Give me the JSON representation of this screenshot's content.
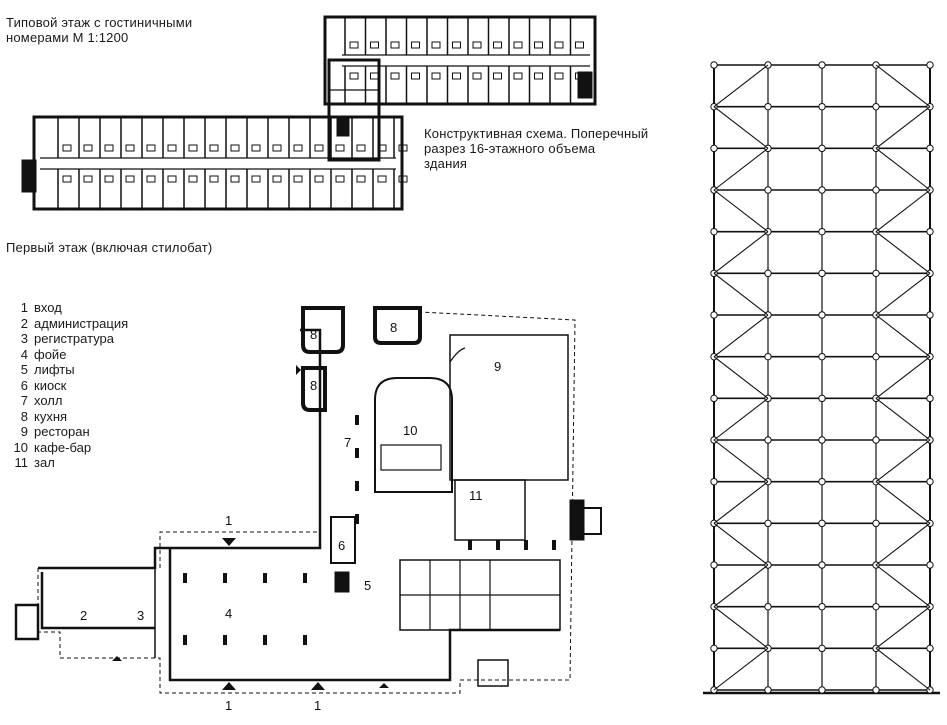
{
  "captions": {
    "typical_floor": [
      "Типовой этаж с гостиничными",
      "номерами  М 1:1200"
    ],
    "structural": [
      "Конструктивная схема. Поперечный",
      "разрез 16-этажного объема",
      "здания"
    ],
    "ground_floor": "Первый этаж (включая стилобат)"
  },
  "legend": [
    {
      "num": "1",
      "label": "вход"
    },
    {
      "num": "2",
      "label": "администрация"
    },
    {
      "num": "3",
      "label": "регистратура"
    },
    {
      "num": "4",
      "label": "фойе"
    },
    {
      "num": "5",
      "label": "лифты"
    },
    {
      "num": "6",
      "label": "киоск"
    },
    {
      "num": "7",
      "label": "холл"
    },
    {
      "num": "8",
      "label": "кухня"
    },
    {
      "num": "9",
      "label": "ресторан"
    },
    {
      "num": "10",
      "label": "кафе-бар"
    },
    {
      "num": "11",
      "label": "зал"
    }
  ],
  "plan_labels": {
    "r1a": "1",
    "r1b": "1",
    "r1c": "1",
    "r2": "2",
    "r3": "3",
    "r4": "4",
    "r5": "5",
    "r6": "6",
    "r7": "7",
    "r8a": "8",
    "r8b": "8",
    "r8c": "8",
    "r9": "9",
    "r10": "10",
    "r11": "11"
  },
  "section": {
    "floors": 15,
    "bays": 4
  }
}
